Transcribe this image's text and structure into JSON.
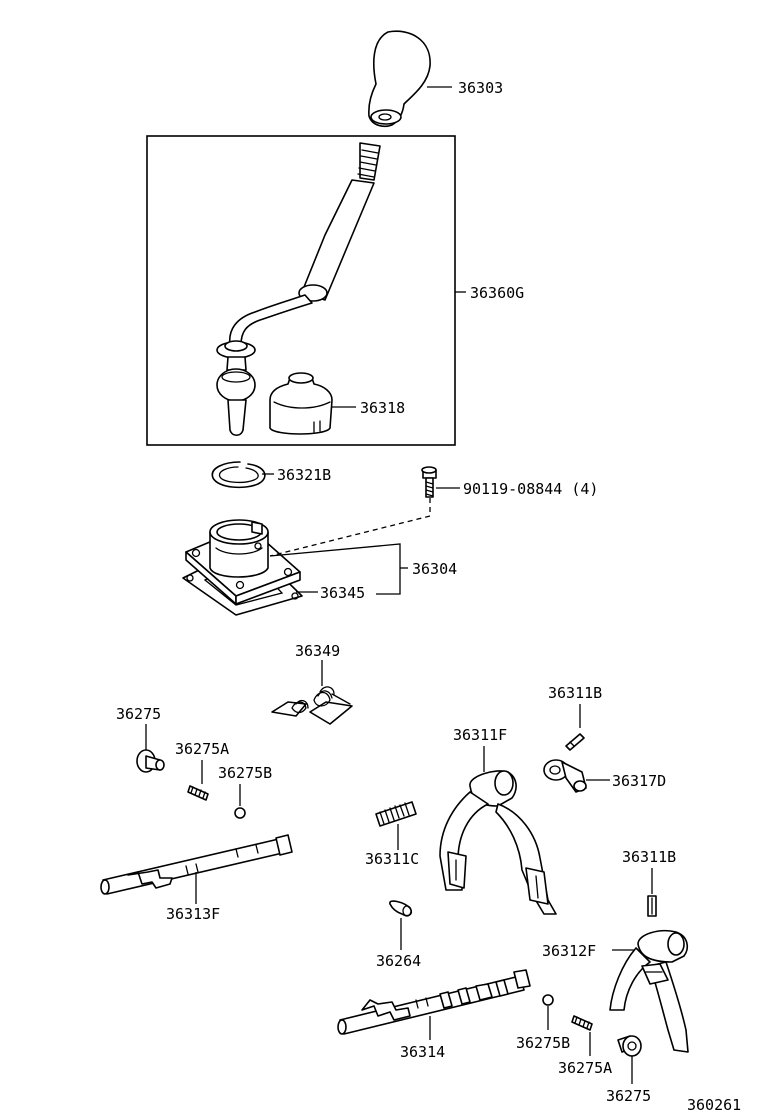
{
  "diagram_code": "360261",
  "labels": {
    "p36303": "36303",
    "p36360G": "36360G",
    "p36318": "36318",
    "p36321B": "36321B",
    "p90119": "90119-08844 (4)",
    "p36304": "36304",
    "p36345": "36345",
    "p36349": "36349",
    "p36275_left": "36275",
    "p36275A_left": "36275A",
    "p36275B_left": "36275B",
    "p36313F": "36313F",
    "p36311F": "36311F",
    "p36311B_top": "36311B",
    "p36317D": "36317D",
    "p36311C": "36311C",
    "p36264": "36264",
    "p36311B_right": "36311B",
    "p36312F": "36312F",
    "p36314": "36314",
    "p36275B_right": "36275B",
    "p36275A_right": "36275A",
    "p36275_right": "36275"
  }
}
